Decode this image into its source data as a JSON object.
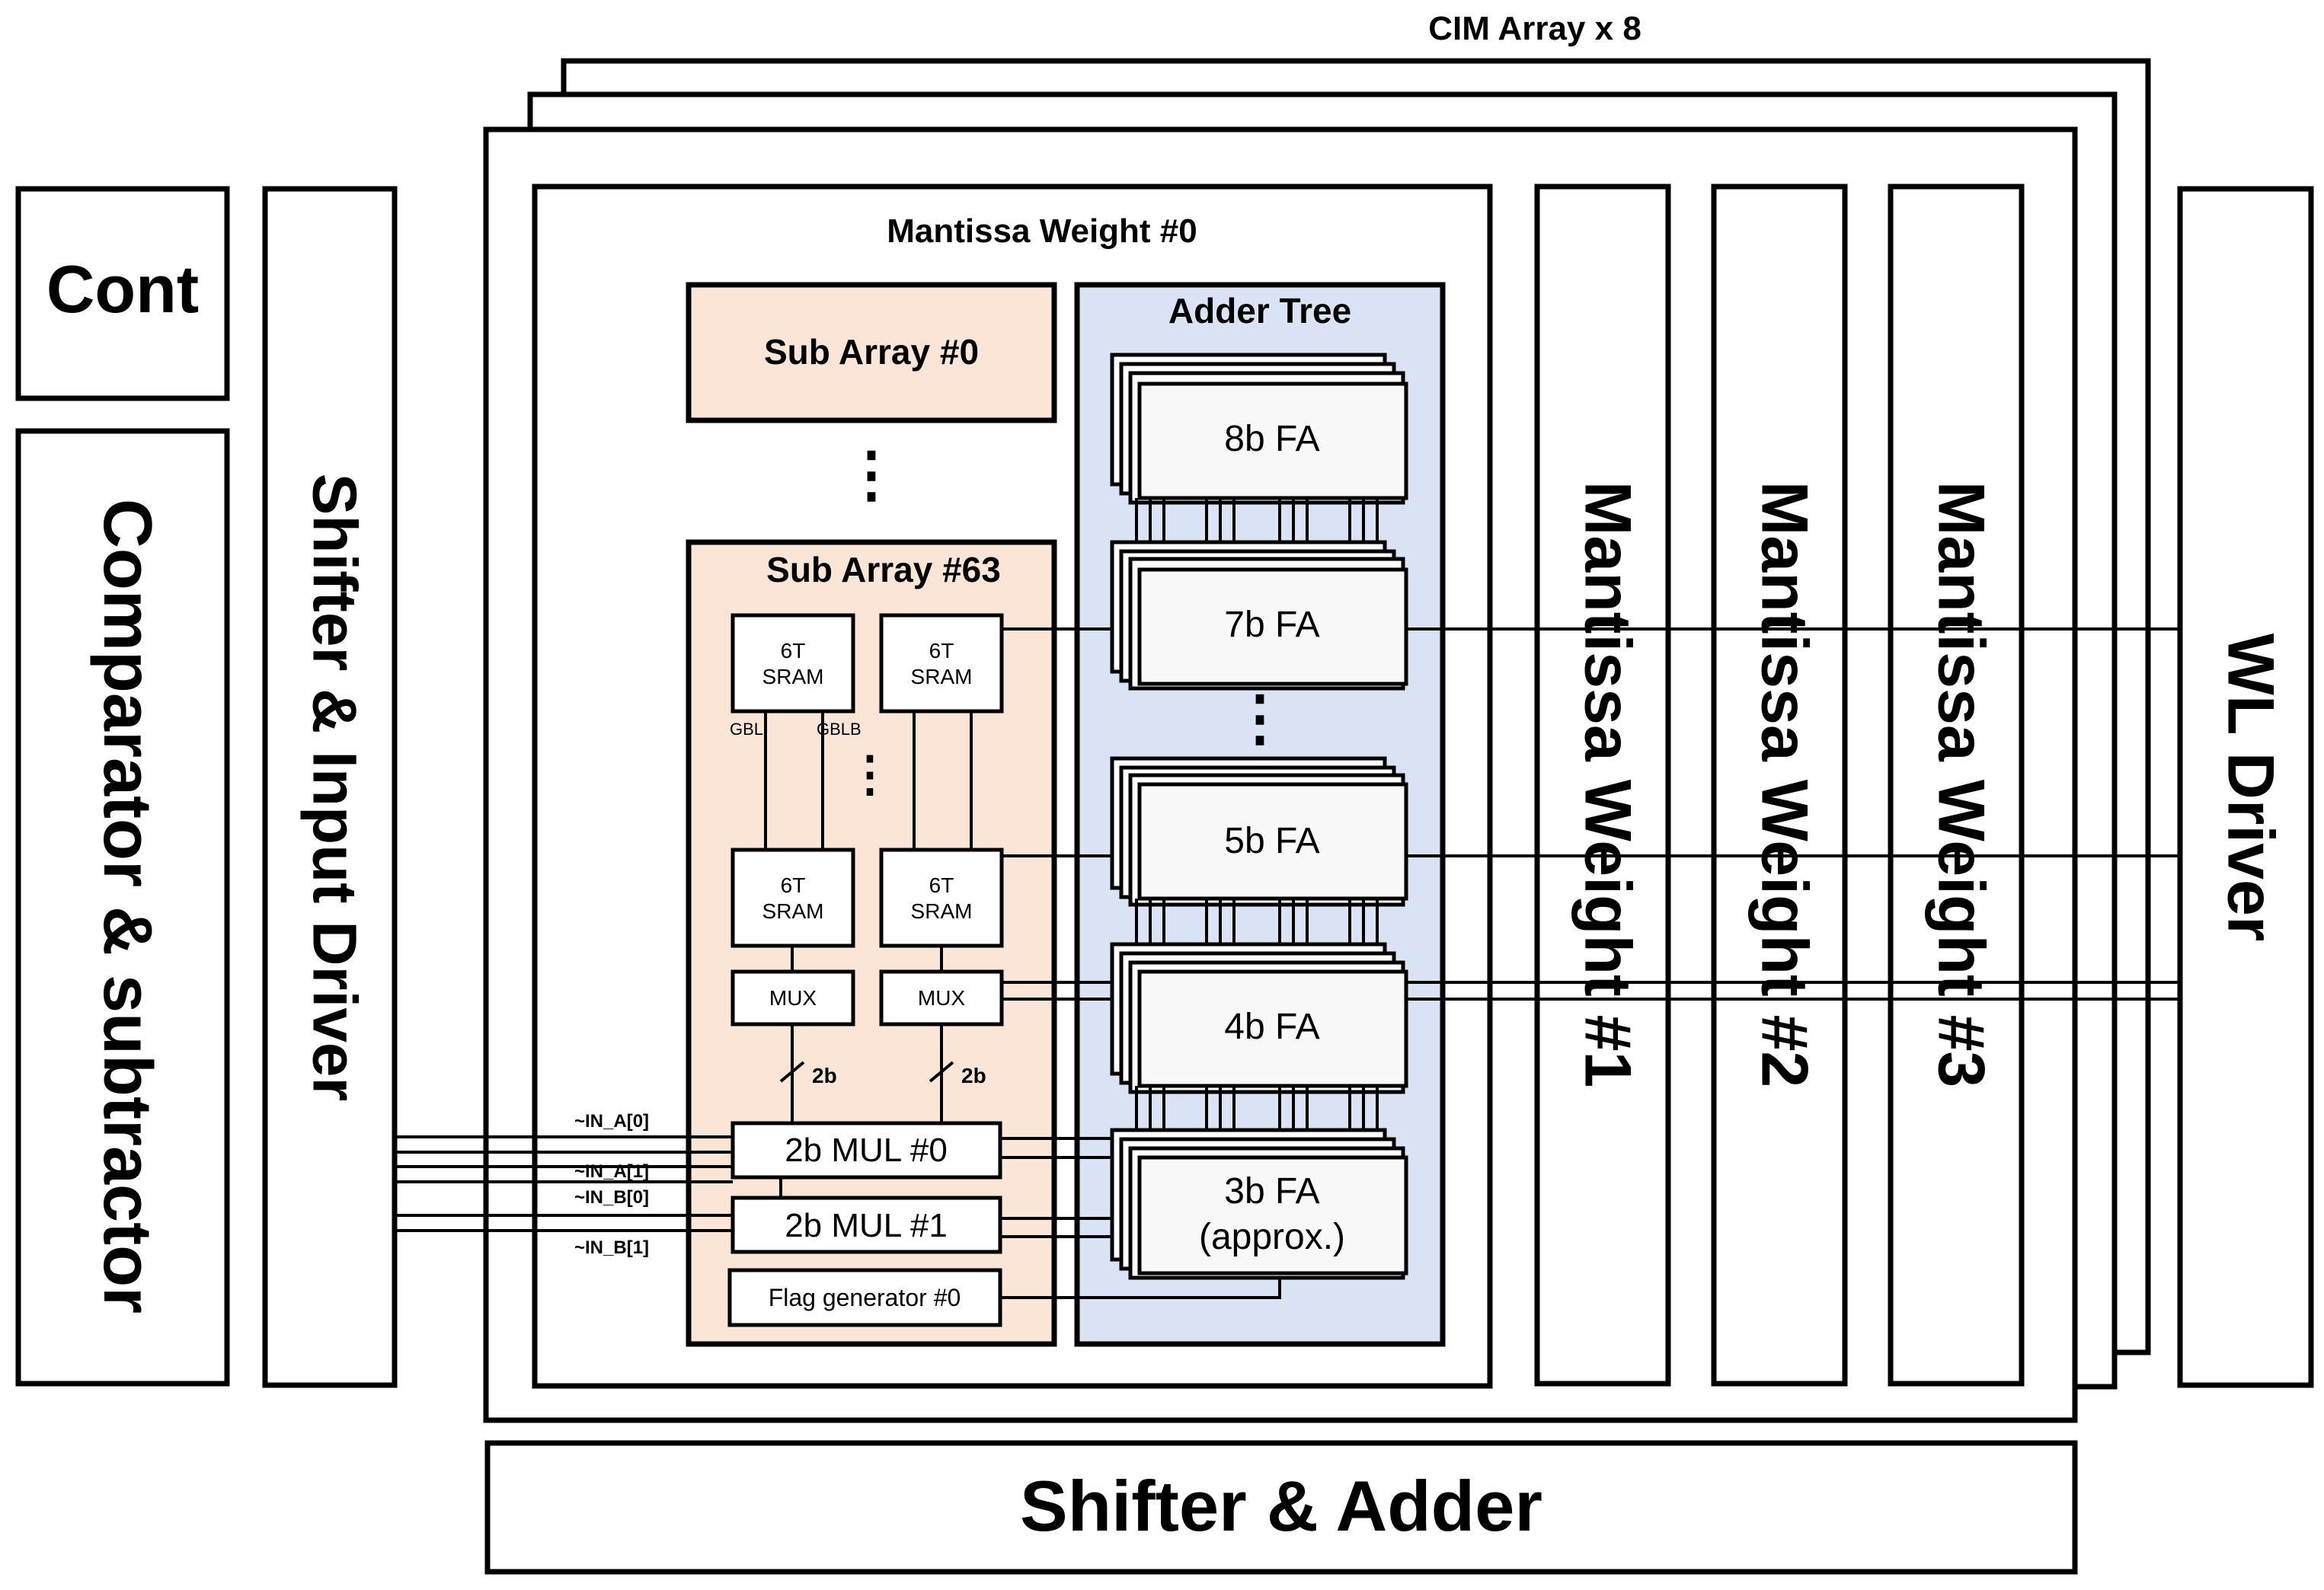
{
  "cim_array_label": "CIM Array x 8",
  "cont": "Cont",
  "comparator": "Comparator & subtractor",
  "shifter_input_driver": "Shifter & Input Driver",
  "mantissa0_title": "Mantissa Weight #0",
  "sub_array_0": "Sub Array #0",
  "sub_array_63": "Sub Array #63",
  "ellipsis_v": "⋮",
  "sram": {
    "line1": "6T",
    "line2": "SRAM"
  },
  "gbl": "GBL",
  "gblb": "GBLB",
  "mux": "MUX",
  "bus_2b": "2b",
  "mul0": "2b MUL #0",
  "mul1": "2b MUL #1",
  "flag_gen": "Flag generator #0",
  "inputs": [
    "~IN_A[0]",
    "~IN_A[1]",
    "~IN_B[0]",
    "~IN_B[1]"
  ],
  "adder_tree": "Adder Tree",
  "fa": {
    "fa8": "8b FA",
    "fa7": "7b FA",
    "fa5": "5b FA",
    "fa4": "4b FA",
    "fa3": "3b FA",
    "fa3_note": "(approx.)"
  },
  "mantissa1": "Mantissa Weight #1",
  "mantissa2": "Mantissa Weight #2",
  "mantissa3": "Mantissa Weight #3",
  "wl_driver": "WL Driver",
  "shifter_adder": "Shifter & Adder",
  "colors": {
    "subarray_fill": "#fbe5d6",
    "addertree_fill": "#dae3f3",
    "fa_fill": "#f8f8f8"
  }
}
